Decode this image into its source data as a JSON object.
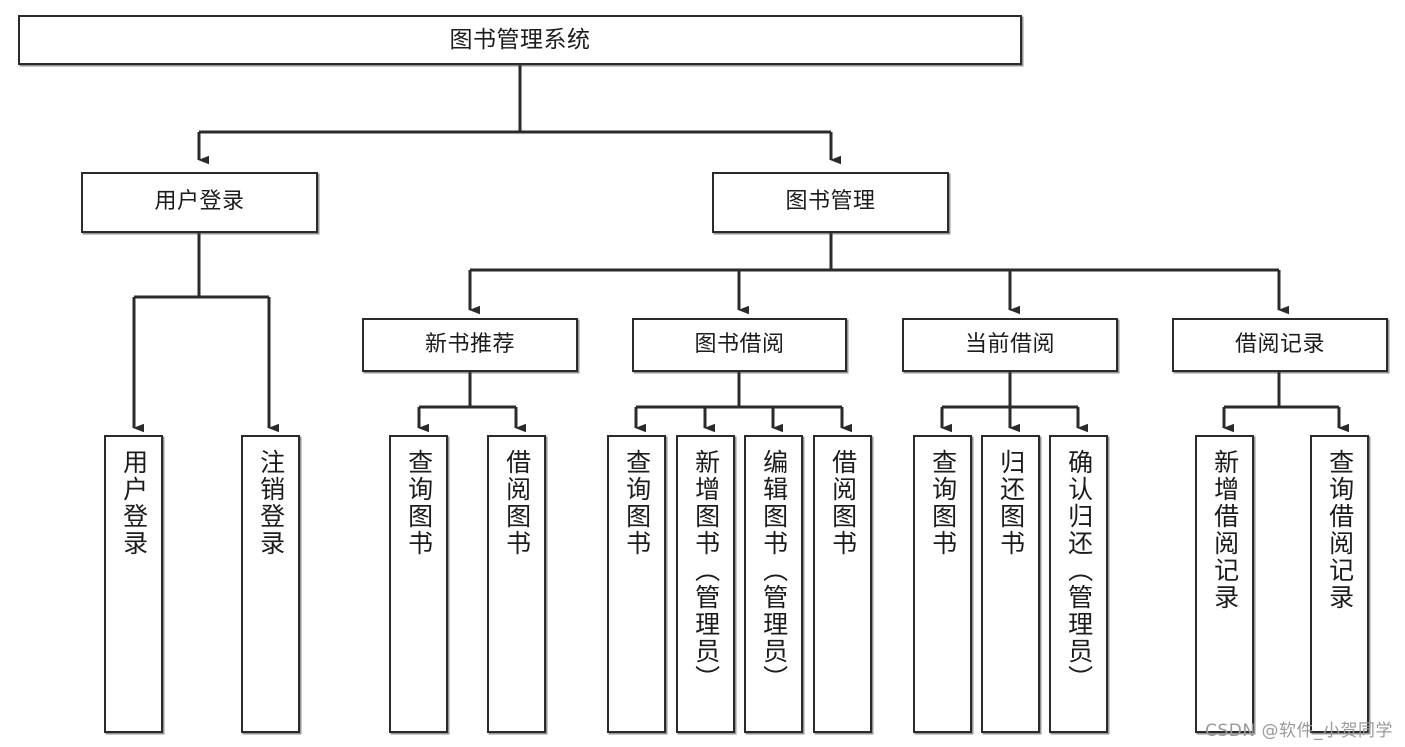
{
  "diagram": {
    "title": "图书管理系统",
    "watermark": "CSDN @软件_小贺同学",
    "colors": {
      "node_border": "#2b2b2b",
      "node_fill": "#ffffff",
      "edge": "#2b2b2b",
      "text": "#1c1c1c",
      "watermark": "#9a9a9a",
      "background": "#ffffff"
    },
    "nodes": {
      "root": {
        "label": "图书管理系统"
      },
      "level1": [
        {
          "id": "user-login",
          "label": "用户登录"
        },
        {
          "id": "book-manage",
          "label": "图书管理"
        }
      ],
      "level2": [
        {
          "id": "new-book-recommend",
          "label": "新书推荐"
        },
        {
          "id": "book-borrow",
          "label": "图书借阅"
        },
        {
          "id": "current-borrow",
          "label": "当前借阅"
        },
        {
          "id": "borrow-record",
          "label": "借阅记录"
        }
      ],
      "leaves": {
        "user_login": [
          {
            "id": "leaf-user-login",
            "label": "用户登录"
          },
          {
            "id": "leaf-logout",
            "label": "注销登录"
          }
        ],
        "new_book_recommend": [
          {
            "id": "leaf-query-book-1",
            "label": "查询图书"
          },
          {
            "id": "leaf-borrow-book-1",
            "label": "借阅图书"
          }
        ],
        "book_borrow": [
          {
            "id": "leaf-query-book-2",
            "label": "查询图书"
          },
          {
            "id": "leaf-add-book",
            "label": "新增图书（管理员）"
          },
          {
            "id": "leaf-edit-book",
            "label": "编辑图书（管理员）"
          },
          {
            "id": "leaf-borrow-book-2",
            "label": "借阅图书"
          }
        ],
        "current_borrow": [
          {
            "id": "leaf-query-book-3",
            "label": "查询图书"
          },
          {
            "id": "leaf-return-book",
            "label": "归还图书"
          },
          {
            "id": "leaf-confirm-return",
            "label": "确认归还（管理员）"
          }
        ],
        "borrow_record": [
          {
            "id": "leaf-add-record",
            "label": "新增借阅记录"
          },
          {
            "id": "leaf-query-record",
            "label": "查询借阅记录"
          }
        ]
      }
    }
  }
}
